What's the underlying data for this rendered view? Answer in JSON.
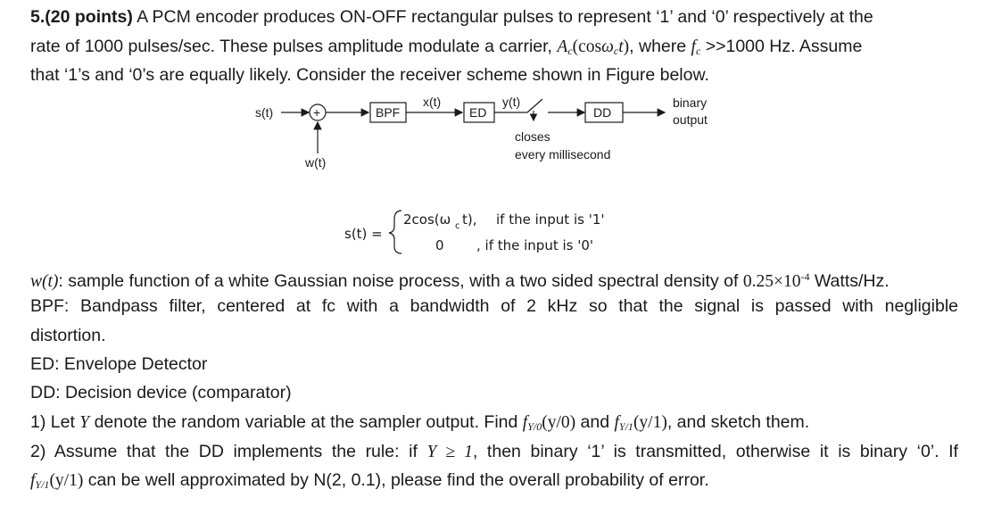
{
  "problem": {
    "number": "5.",
    "points": "(20 points)",
    "intro_1": " A PCM encoder produces ON-OFF rectangular pulses to represent ‘1’ and ‘0’ respectively at the",
    "intro_2a": "rate of 1000 pulses/sec. These pulses amplitude modulate a carrier, ",
    "carrier_A": "A",
    "carrier_c1": "c",
    "carrier_mid": "(cos",
    "carrier_w": "ω",
    "carrier_c2": "c",
    "carrier_t": "t",
    "carrier_close": ")",
    "intro_2b": ", where ",
    "fc_f": "f",
    "fc_c": "c",
    "intro_2c": " >>1000 Hz. Assume",
    "intro_3": "that ‘1’s and ‘0’s are equally likely. Consider the receiver scheme shown in Figure below."
  },
  "diagram": {
    "input": "s(t)",
    "noise": "w(t)",
    "plus": "+",
    "bpf": "BPF",
    "bpf_out": "x(t)",
    "ed": "ED",
    "ed_out": "y(t)",
    "dd": "DD",
    "output_1": "binary",
    "output_2": "output",
    "switch_1": "closes",
    "switch_2": "every millisecond"
  },
  "equation": {
    "lhs": "s(t) =",
    "case1": "2cos(ω",
    "case1_sub": "c",
    "case1_tail": "t),",
    "case1_cond": "if the input is '1'",
    "case2": "0",
    "case2_cond": ",  if the input is '0'"
  },
  "defs": {
    "w_name": "w(t)",
    "w_text": ": sample function of a white Gaussian noise process, with a two sided spectral density of ",
    "w_value": "0.25×10",
    "w_exp": "-4",
    "w_unit": " Watts/Hz.",
    "bpf_1": "BPF: Bandpass filter, centered at fc with a bandwidth of 2 kHz so that the signal is passed with negligible",
    "bpf_2": "distortion.",
    "ed": "ED: Envelope Detector",
    "dd": "DD: Decision device (comparator)"
  },
  "q1": {
    "a": "1) Let ",
    "Y": "Y",
    "b": " denote the random variable at the sampler output. Find ",
    "f1": "f",
    "f1_sub": "Y/0",
    "f1_arg": "(y/0)",
    "and": " and ",
    "f2": "f",
    "f2_sub": "Y/1",
    "f2_arg": "(y/1)",
    "c": ", and sketch them."
  },
  "q2": {
    "a": "2) Assume that the DD implements the rule: if ",
    "cond": "Y ≥ 1",
    "b": ", then binary ‘1’ is transmitted, otherwise it is binary ‘0’. If",
    "f": "f",
    "f_sub": "Y/1",
    "f_arg": "(y/1)",
    "c": " can be well approximated by N(2, 0.1), please find the overall probability of error."
  }
}
